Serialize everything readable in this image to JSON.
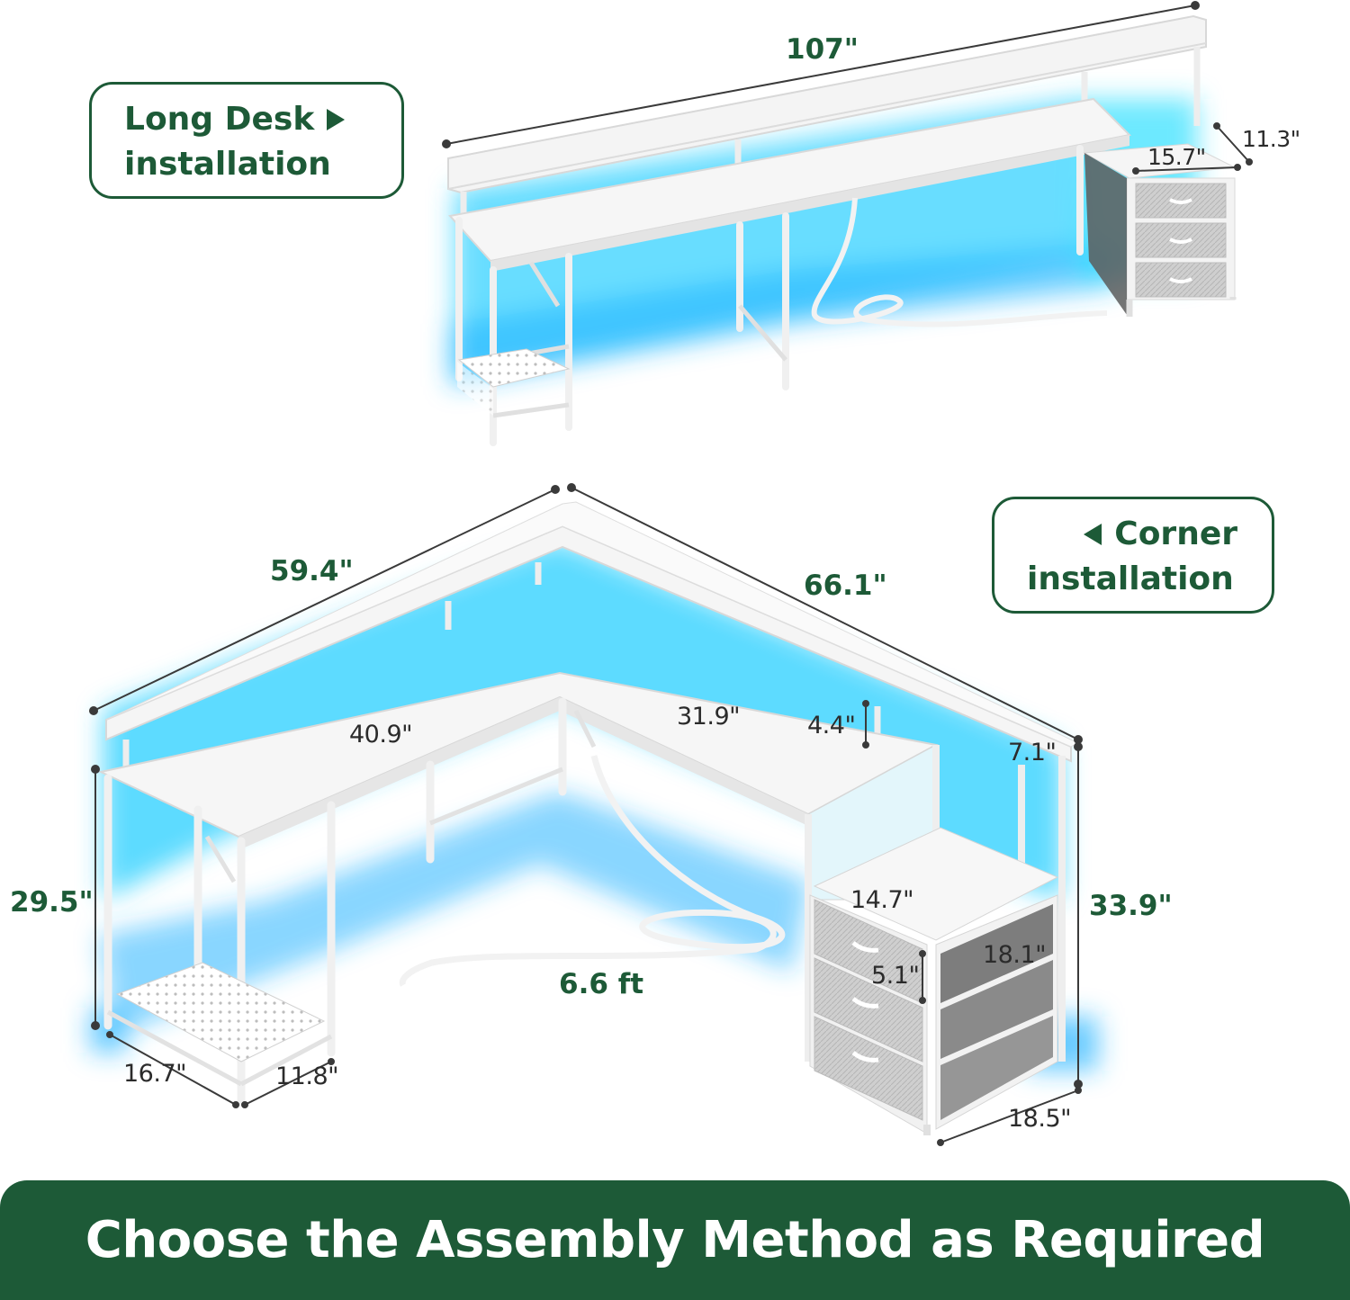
{
  "callouts": {
    "long_desk": {
      "line1": "Long Desk",
      "line2": "installation"
    },
    "corner": {
      "line1": "Corner",
      "line2": "installation"
    }
  },
  "dimensions": {
    "d107": "107\"",
    "d11_3": "11.3\"",
    "d15_7": "15.7\"",
    "d59_4": "59.4\"",
    "d66_1": "66.1\"",
    "d40_9": "40.9\"",
    "d31_9": "31.9\"",
    "d4_4": "4.4\"",
    "d7_1": "7.1\"",
    "d29_5": "29.5\"",
    "d33_9": "33.9\"",
    "d14_7": "14.7\"",
    "d18_1": "18.1\"",
    "d5_1": "5.1\"",
    "d6_6ft": "6.6 ft",
    "d16_7": "16.7\"",
    "d11_8": "11.8\"",
    "d18_5": "18.5\""
  },
  "banner": {
    "text": "Choose the Assembly Method as Required"
  },
  "colors": {
    "brand_green": "#1d5a37",
    "led_glow": "#33d0ff",
    "drawer_grey": "#c9c9c9"
  }
}
